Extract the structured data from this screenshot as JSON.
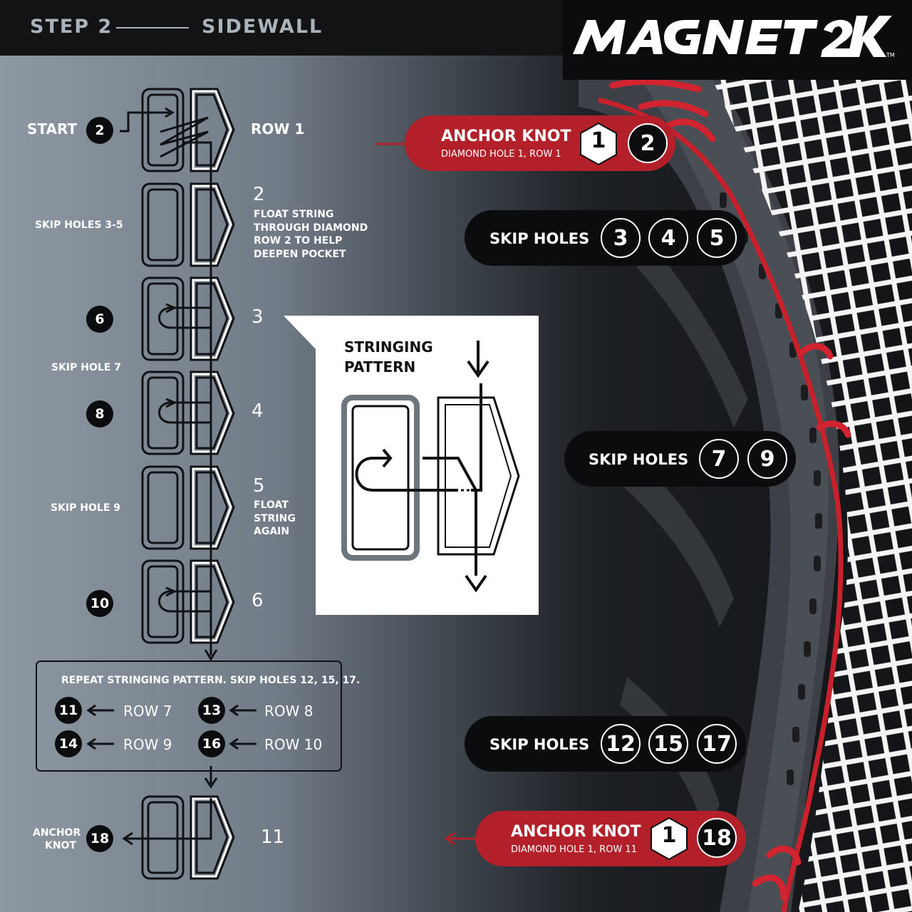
{
  "header": {
    "step": "STEP 2",
    "section": "SIDEWALL",
    "brand": "MAGNET 2K"
  },
  "diagram": {
    "start_label": "START",
    "start_hole": "2",
    "row1_label": "ROW 1",
    "skip_3_5_label": "SKIP HOLES 3-5",
    "row2_num": "2",
    "row2_note": [
      "FLOAT STRING",
      "THROUGH DIAMOND",
      "ROW 2 TO HELP",
      "DEEPEN POCKET"
    ],
    "hole_6": "6",
    "row3_num": "3",
    "skip_7_label": "SKIP HOLE 7",
    "hole_8": "8",
    "row4_num": "4",
    "skip_9_label": "SKIP HOLE 9",
    "row5_num": "5",
    "row5_note": [
      "FLOAT",
      "STRING",
      "AGAIN"
    ],
    "hole_10": "10",
    "row6_num": "6",
    "repeat_label": "REPEAT STRINGING PATTERN. SKIP HOLES 12, 15, 17.",
    "repeat_items": [
      {
        "hole": "11",
        "row": "ROW 7"
      },
      {
        "hole": "13",
        "row": "ROW 8"
      },
      {
        "hole": "14",
        "row": "ROW 9"
      },
      {
        "hole": "16",
        "row": "ROW 10"
      }
    ],
    "anchor_label": [
      "ANCHOR",
      "KNOT"
    ],
    "anchor_hole": "18",
    "row11_num": "11"
  },
  "pattern": {
    "title": [
      "STRINGING",
      "PATTERN"
    ]
  },
  "callouts": {
    "anchor_top": {
      "title": "ANCHOR KNOT",
      "sub": "DIAMOND HOLE 1, ROW 1",
      "diamond": "1",
      "hole": "2"
    },
    "skip_a": {
      "label": "SKIP HOLES",
      "holes": [
        "3",
        "4",
        "5"
      ]
    },
    "skip_b": {
      "label": "SKIP HOLES",
      "holes": [
        "7",
        "9"
      ]
    },
    "skip_c": {
      "label": "SKIP HOLES",
      "holes": [
        "12",
        "15",
        "17"
      ]
    },
    "anchor_bottom": {
      "title": "ANCHOR KNOT",
      "sub": "DIAMOND HOLE 1, ROW 11",
      "diamond": "1",
      "hole": "18"
    }
  },
  "colors": {
    "accent": "#b3202a",
    "dark": "#0b0c0d",
    "mesh": "#ffffff"
  }
}
